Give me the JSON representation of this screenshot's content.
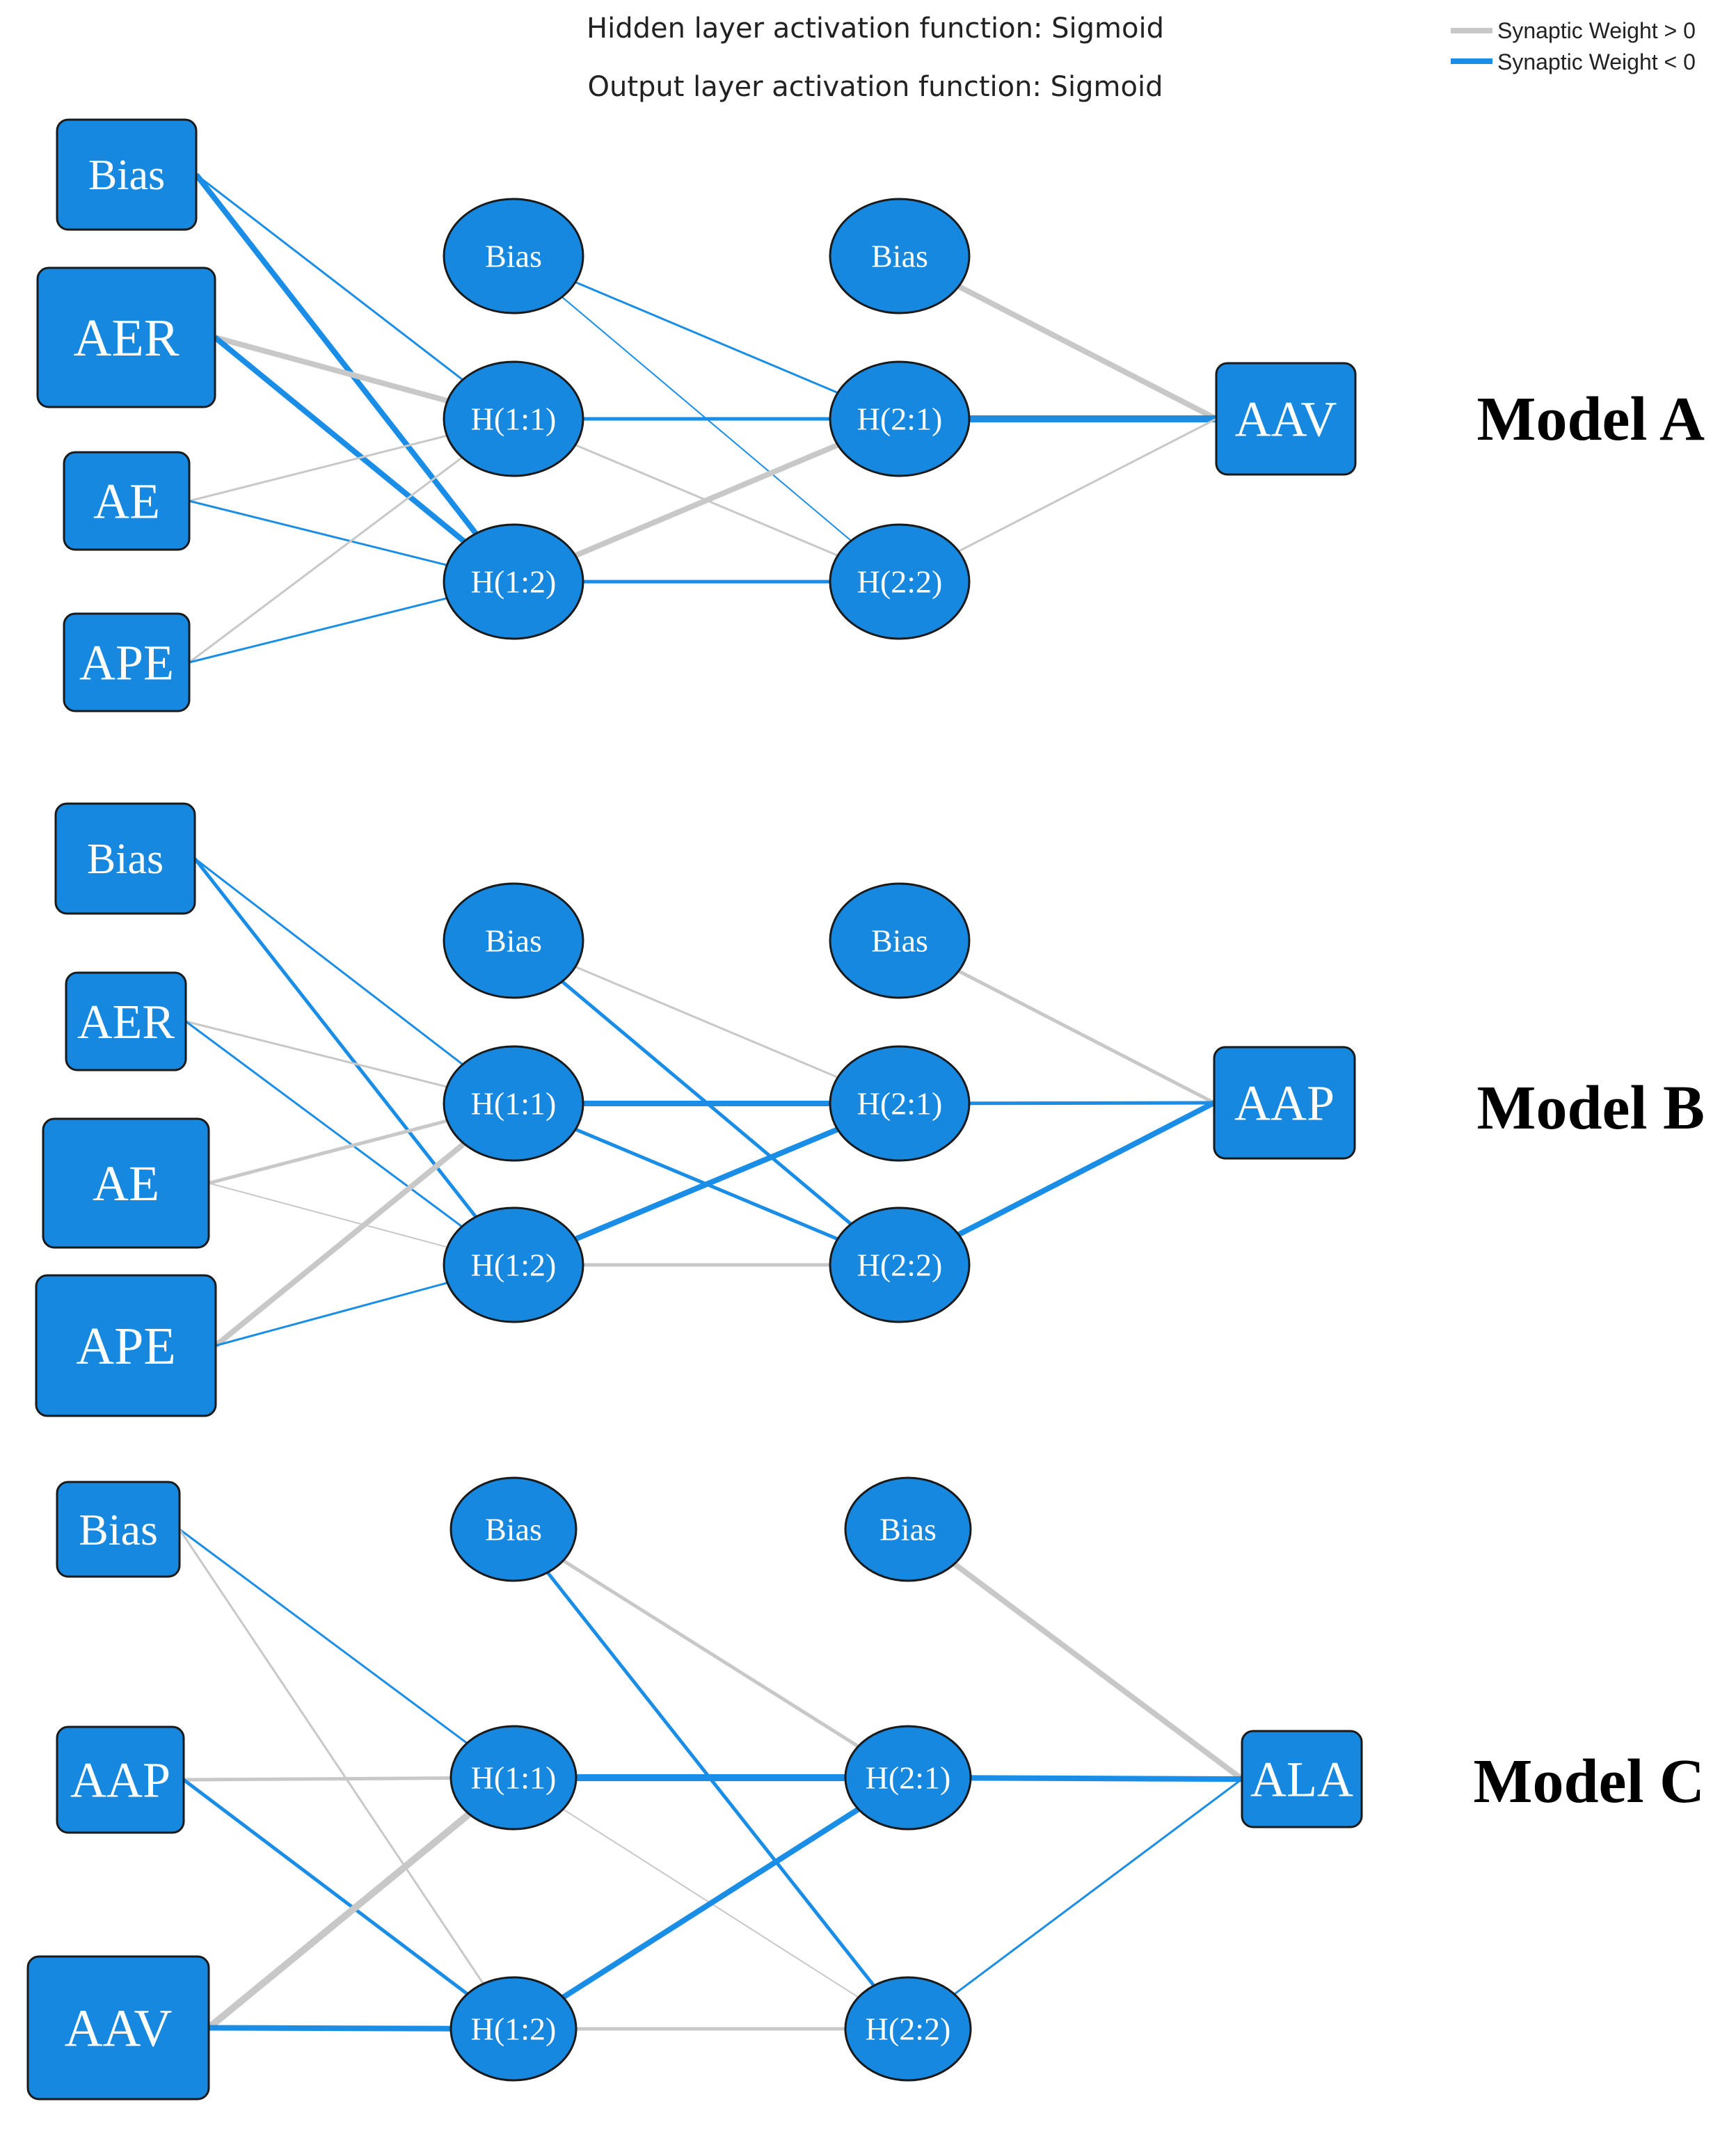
{
  "header": {
    "hidden_activation": "Hidden layer activation function:  Sigmoid",
    "output_activation": "Output layer activation function:  Sigmoid"
  },
  "legend": {
    "positive_label": "Synaptic Weight > 0",
    "negative_label": "Synaptic Weight < 0",
    "positive_color": "#c8c8c8",
    "negative_color": "#1a8ee6"
  },
  "style": {
    "node_fill": "#1688e0",
    "node_stroke": "#1a1a1a"
  },
  "models": [
    {
      "label": "Model A",
      "inputs": [
        "Bias",
        "AER",
        "AE",
        "APE"
      ],
      "hidden1": [
        "Bias",
        "H(1:1)",
        "H(1:2)"
      ],
      "hidden2": [
        "Bias",
        "H(2:1)",
        "H(2:2)"
      ],
      "output": "AAV",
      "edges": [
        {
          "from": "in0",
          "to": "h1_1",
          "sign": "negative",
          "weight": "thin"
        },
        {
          "from": "in0",
          "to": "h1_2",
          "sign": "negative",
          "weight": "thick"
        },
        {
          "from": "in1",
          "to": "h1_1",
          "sign": "positive",
          "weight": "thick"
        },
        {
          "from": "in1",
          "to": "h1_2",
          "sign": "negative",
          "weight": "thick"
        },
        {
          "from": "in2",
          "to": "h1_1",
          "sign": "positive",
          "weight": "thin"
        },
        {
          "from": "in2",
          "to": "h1_2",
          "sign": "negative",
          "weight": "thin"
        },
        {
          "from": "in3",
          "to": "h1_1",
          "sign": "positive",
          "weight": "thin"
        },
        {
          "from": "in3",
          "to": "h1_2",
          "sign": "negative",
          "weight": "thin"
        },
        {
          "from": "h1_b",
          "to": "h2_1",
          "sign": "negative",
          "weight": "thin"
        },
        {
          "from": "h1_b",
          "to": "h2_2",
          "sign": "negative",
          "weight": "hair"
        },
        {
          "from": "h1_1",
          "to": "h2_1",
          "sign": "negative",
          "weight": "medium"
        },
        {
          "from": "h1_1",
          "to": "h2_2",
          "sign": "positive",
          "weight": "thin"
        },
        {
          "from": "h1_2",
          "to": "h2_1",
          "sign": "positive",
          "weight": "thick"
        },
        {
          "from": "h1_2",
          "to": "h2_2",
          "sign": "negative",
          "weight": "medium"
        },
        {
          "from": "h2_b",
          "to": "out",
          "sign": "positive",
          "weight": "thick"
        },
        {
          "from": "h2_1",
          "to": "out",
          "sign": "negative",
          "weight": "heavy"
        },
        {
          "from": "h2_2",
          "to": "out",
          "sign": "positive",
          "weight": "thin"
        }
      ]
    },
    {
      "label": "Model B",
      "inputs": [
        "Bias",
        "AER",
        "AE",
        "APE"
      ],
      "hidden1": [
        "Bias",
        "H(1:1)",
        "H(1:2)"
      ],
      "hidden2": [
        "Bias",
        "H(2:1)",
        "H(2:2)"
      ],
      "output": "AAP",
      "edges": [
        {
          "from": "in0",
          "to": "h1_1",
          "sign": "negative",
          "weight": "thin"
        },
        {
          "from": "in0",
          "to": "h1_2",
          "sign": "negative",
          "weight": "medium"
        },
        {
          "from": "in1",
          "to": "h1_1",
          "sign": "positive",
          "weight": "thin"
        },
        {
          "from": "in1",
          "to": "h1_2",
          "sign": "negative",
          "weight": "thin"
        },
        {
          "from": "in2",
          "to": "h1_1",
          "sign": "positive",
          "weight": "medium"
        },
        {
          "from": "in2",
          "to": "h1_2",
          "sign": "positive",
          "weight": "hair"
        },
        {
          "from": "in3",
          "to": "h1_1",
          "sign": "positive",
          "weight": "thick"
        },
        {
          "from": "in3",
          "to": "h1_2",
          "sign": "negative",
          "weight": "thin"
        },
        {
          "from": "h1_b",
          "to": "h2_1",
          "sign": "positive",
          "weight": "thin"
        },
        {
          "from": "h1_b",
          "to": "h2_2",
          "sign": "negative",
          "weight": "medium"
        },
        {
          "from": "h1_1",
          "to": "h2_1",
          "sign": "negative",
          "weight": "thick"
        },
        {
          "from": "h1_1",
          "to": "h2_2",
          "sign": "negative",
          "weight": "medium"
        },
        {
          "from": "h1_2",
          "to": "h2_1",
          "sign": "negative",
          "weight": "thick"
        },
        {
          "from": "h1_2",
          "to": "h2_2",
          "sign": "positive",
          "weight": "medium"
        },
        {
          "from": "h2_b",
          "to": "out",
          "sign": "positive",
          "weight": "medium"
        },
        {
          "from": "h2_1",
          "to": "out",
          "sign": "negative",
          "weight": "medium"
        },
        {
          "from": "h2_2",
          "to": "out",
          "sign": "negative",
          "weight": "thick"
        }
      ]
    },
    {
      "label": "Model C",
      "inputs": [
        "Bias",
        "AAP",
        "AAV"
      ],
      "hidden1": [
        "Bias",
        "H(1:1)",
        "H(1:2)"
      ],
      "hidden2": [
        "Bias",
        "H(2:1)",
        "H(2:2)"
      ],
      "output": "ALA",
      "edges": [
        {
          "from": "in0",
          "to": "h1_1",
          "sign": "negative",
          "weight": "thin"
        },
        {
          "from": "in0",
          "to": "h1_2",
          "sign": "positive",
          "weight": "thin"
        },
        {
          "from": "in1",
          "to": "h1_1",
          "sign": "positive",
          "weight": "medium"
        },
        {
          "from": "in1",
          "to": "h1_2",
          "sign": "negative",
          "weight": "medium"
        },
        {
          "from": "in2",
          "to": "h1_1",
          "sign": "positive",
          "weight": "heavy"
        },
        {
          "from": "in2",
          "to": "h1_2",
          "sign": "negative",
          "weight": "thick"
        },
        {
          "from": "h1_b",
          "to": "h2_1",
          "sign": "positive",
          "weight": "medium"
        },
        {
          "from": "h1_b",
          "to": "h2_2",
          "sign": "negative",
          "weight": "medium"
        },
        {
          "from": "h1_1",
          "to": "h2_1",
          "sign": "negative",
          "weight": "heavy"
        },
        {
          "from": "h1_1",
          "to": "h2_2",
          "sign": "positive",
          "weight": "hair"
        },
        {
          "from": "h1_2",
          "to": "h2_1",
          "sign": "negative",
          "weight": "thick"
        },
        {
          "from": "h1_2",
          "to": "h2_2",
          "sign": "positive",
          "weight": "medium"
        },
        {
          "from": "h2_b",
          "to": "out",
          "sign": "positive",
          "weight": "thick"
        },
        {
          "from": "h2_1",
          "to": "out",
          "sign": "negative",
          "weight": "thick"
        },
        {
          "from": "h2_2",
          "to": "out",
          "sign": "negative",
          "weight": "thin"
        }
      ]
    }
  ]
}
